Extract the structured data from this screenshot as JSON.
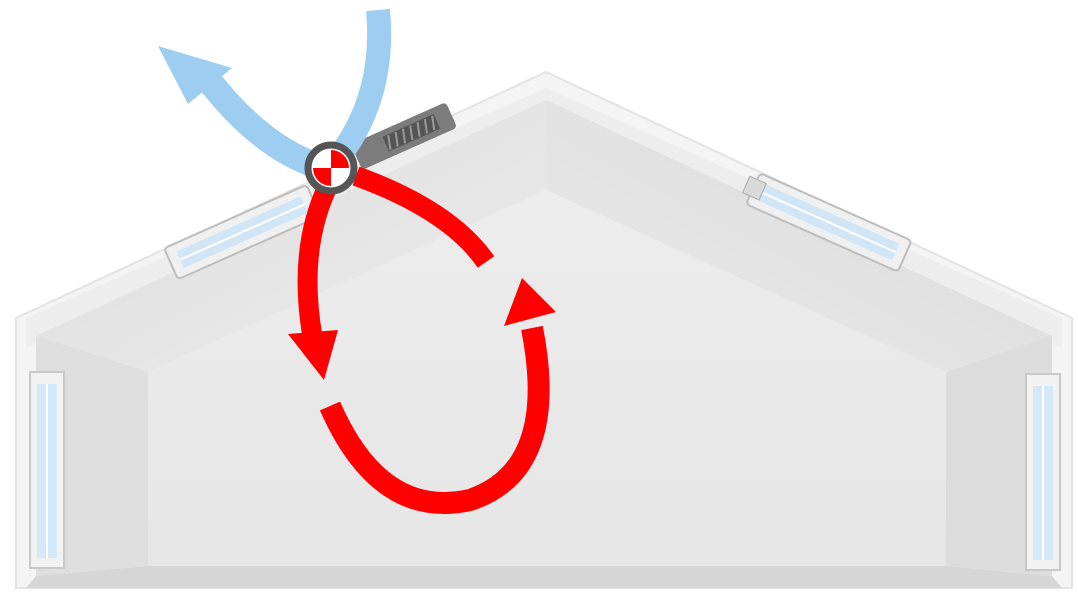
{
  "diagram": {
    "subject": "house-cross-section-ventilation",
    "colors": {
      "background": "#ffffff",
      "wall_outer": "#f2f2f2",
      "roof_band": "#e9e9e9",
      "ceiling_light": "#e6e6e6",
      "ceiling_dark": "#d4d4d4",
      "interior_wall": "#ebebeb",
      "side_wall": "#dedede",
      "floor": "#d9d9d9",
      "window_frame": "#eeeeee",
      "window_glass": "#cfe6f7",
      "fan_body": "#7c7c7c",
      "airflow_fresh": "#9ecdf2",
      "airflow_warm": "#ff0000",
      "fan_ring": "#555555"
    },
    "icons": {
      "fan_marker": "fan-rotor-icon",
      "roof_fan": "roof-fan-icon"
    },
    "airflows": [
      {
        "name": "fresh-air-out",
        "color": "airflow_fresh"
      },
      {
        "name": "fresh-air-in",
        "color": "airflow_fresh"
      },
      {
        "name": "warm-air-down",
        "color": "airflow_warm"
      },
      {
        "name": "warm-air-loop",
        "color": "airflow_warm"
      }
    ],
    "windows": [
      "roof-window-left",
      "roof-window-right",
      "wall-window-left",
      "wall-window-right"
    ]
  }
}
